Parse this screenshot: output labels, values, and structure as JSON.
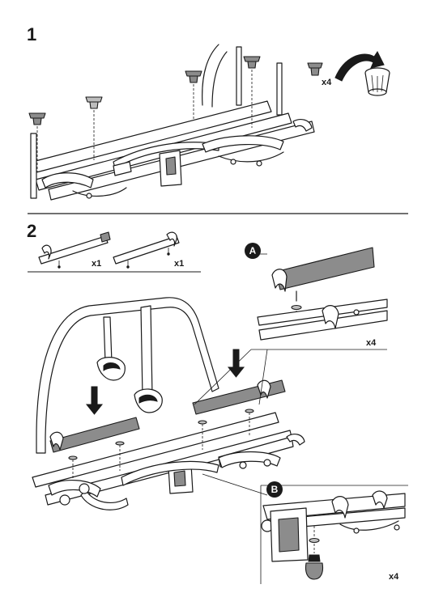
{
  "step1": {
    "number": "1",
    "quantity": "x4"
  },
  "step2": {
    "number": "2",
    "rail_left_qty": "x1",
    "rail_right_qty": "x1",
    "callout_a": {
      "label": "A",
      "quantity": "x4"
    },
    "callout_b": {
      "label": "B",
      "quantity": "x4"
    }
  },
  "colors": {
    "ink": "#1a1a1a",
    "rail_grey": "#8c8c8c",
    "light_grey": "#bdbdbd",
    "background": "#ffffff"
  },
  "icons": [
    "cap-plug-icon",
    "plug-socket-icon",
    "curved-arrow-icon",
    "down-arrow-icon",
    "washer-icon",
    "foot-pad-icon"
  ]
}
